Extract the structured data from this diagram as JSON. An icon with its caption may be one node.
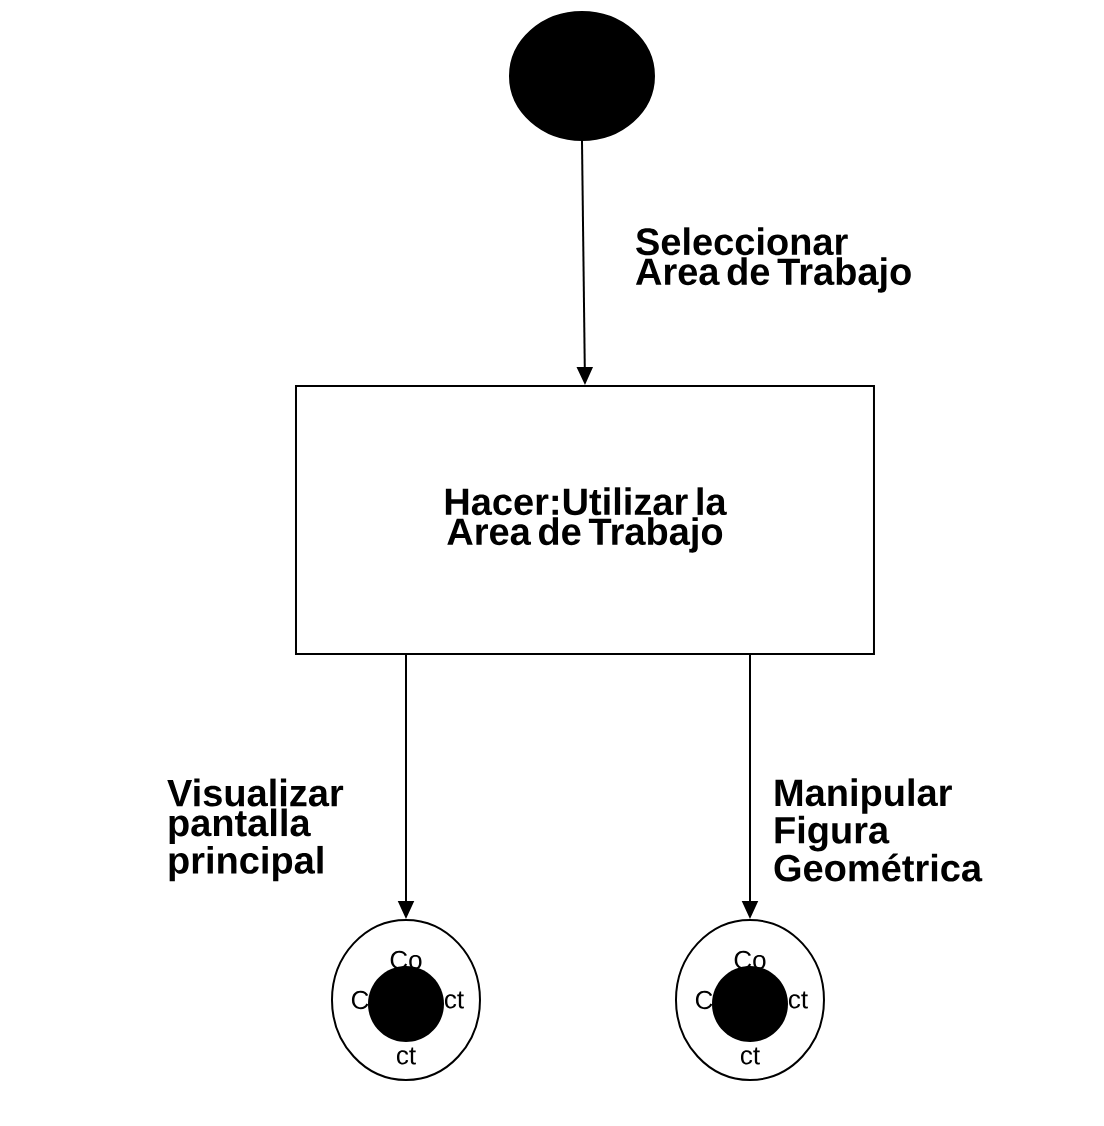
{
  "diagram": {
    "nodes": [
      {
        "text": [],
        "shape": "circle"
      },
      {
        "text": [
          "Hacer:Utilizar la Area de Trabajo"
        ]
      },
      {
        "text": [
          "Co",
          "C",
          "ct",
          "ct"
        ]
      },
      {
        "text": [
          "Co",
          "C",
          "ct",
          "ct"
        ]
      }
    ],
    "edges": [
      {
        "from": 0,
        "to": 1,
        "arrow": "to",
        "label": "Seleccionar Area de Trabajo"
      },
      {
        "from": 1,
        "to": 2,
        "arrow": "to",
        "label": "Visualizar pantalla principal"
      },
      {
        "from": 1,
        "to": 3,
        "arrow": "to",
        "label": "Manipular Figura Geométrica"
      }
    ]
  }
}
